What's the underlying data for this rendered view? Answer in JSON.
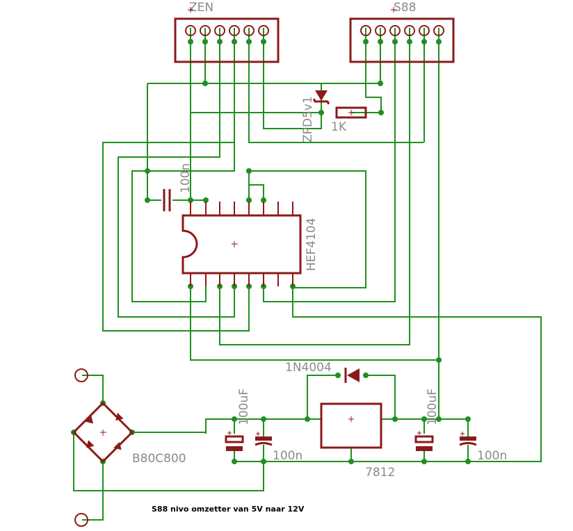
{
  "connectors": {
    "zen": "ZEN",
    "s88": "S88"
  },
  "components": {
    "zener": "ZPD5v1",
    "resistor": "1K",
    "ic_cap": "100n",
    "ic": "HEF4104",
    "diode": "1N4004",
    "bridge": "B80C800",
    "elco_left": "100uF",
    "cap_left": "100n",
    "regulator": "7812",
    "elco_right": "100uF",
    "cap_right": "100n"
  },
  "caption": "S88 nivo omzetter van 5V naar 12V",
  "colors": {
    "wire": "#1f8f1f",
    "part": "#8b1a1a",
    "label": "#8a8a8a"
  }
}
